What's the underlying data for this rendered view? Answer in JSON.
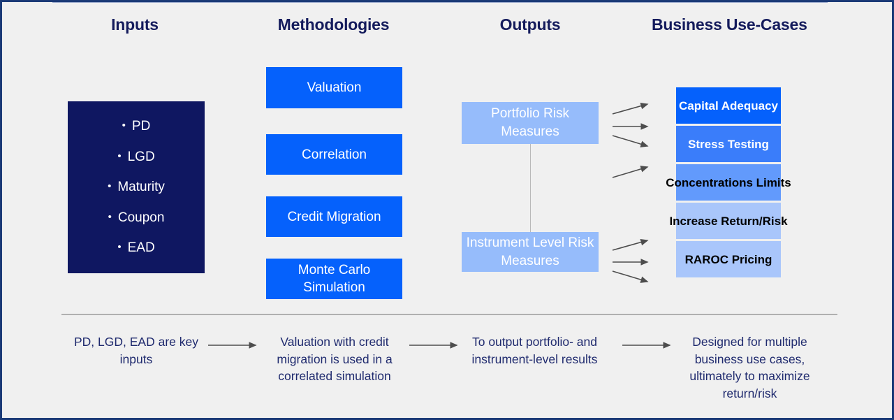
{
  "columns": {
    "inputs": "Inputs",
    "methodologies": "Methodologies",
    "outputs": "Outputs",
    "use_cases": "Business Use-Cases"
  },
  "inputs": {
    "items": [
      "PD",
      "LGD",
      "Maturity",
      "Coupon",
      "EAD"
    ],
    "bullet": "•",
    "background": "#0f1761",
    "text_color": "#ffffff"
  },
  "methodologies": {
    "items": [
      "Valuation",
      "Correlation",
      "Credit Migration",
      "Monte Carlo Simulation"
    ],
    "background": "#0561fc",
    "text_color": "#ffffff"
  },
  "outputs": {
    "items": [
      "Portfolio Risk Measures",
      "Instrument Level Risk Measures"
    ],
    "background": "#96bcfb",
    "text_color": "#ffffff",
    "connector_color": "#b9b9b9"
  },
  "use_cases": {
    "items": [
      {
        "label": "Capital Adequacy",
        "background": "#0561fc",
        "text_color": "#ffffff"
      },
      {
        "label": "Stress Testing",
        "background": "#3a7dfa",
        "text_color": "#ffffff"
      },
      {
        "label": "Concentrations Limits",
        "background": "#629afc",
        "text_color": "#000000"
      },
      {
        "label": "Increase Return/Risk",
        "background": "#a9c6fb",
        "text_color": "#000000"
      },
      {
        "label": "RAROC Pricing",
        "background": "#a9c6fb",
        "text_color": "#000000"
      }
    ]
  },
  "captions": [
    "PD, LGD, EAD are key inputs",
    "Valuation with credit migration is used in a correlated simulation",
    "To output portfolio- and instrument-level results",
    "Designed for multiple business use cases, ultimately to maximize return/risk"
  ],
  "theme": {
    "background": "#f0f0f0",
    "frame_color": "#1b3a77",
    "frame_highlight": "#9aa9cc",
    "heading_color": "#141b5c",
    "caption_color": "#1f2a6e",
    "divider_color": "#b0b0b0",
    "arrow_color": "#4d4d4d"
  }
}
